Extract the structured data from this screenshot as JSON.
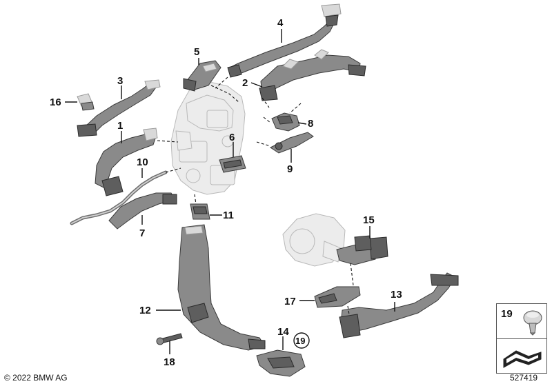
{
  "callouts": [
    {
      "id": "1",
      "label": "1"
    },
    {
      "id": "2",
      "label": "2"
    },
    {
      "id": "3",
      "label": "3"
    },
    {
      "id": "4",
      "label": "4"
    },
    {
      "id": "5",
      "label": "5"
    },
    {
      "id": "6",
      "label": "6"
    },
    {
      "id": "7",
      "label": "7"
    },
    {
      "id": "8",
      "label": "8"
    },
    {
      "id": "9",
      "label": "9"
    },
    {
      "id": "10",
      "label": "10"
    },
    {
      "id": "11",
      "label": "11"
    },
    {
      "id": "12",
      "label": "12"
    },
    {
      "id": "13",
      "label": "13"
    },
    {
      "id": "14",
      "label": "14"
    },
    {
      "id": "15",
      "label": "15"
    },
    {
      "id": "16",
      "label": "16"
    },
    {
      "id": "17",
      "label": "17"
    },
    {
      "id": "18",
      "label": "18"
    },
    {
      "id": "19",
      "label": "19"
    }
  ],
  "circled_callout": "19",
  "legend": {
    "part_number": "19"
  },
  "footer": {
    "copyright": "© 2022 BMW AG",
    "reference": "527419"
  }
}
